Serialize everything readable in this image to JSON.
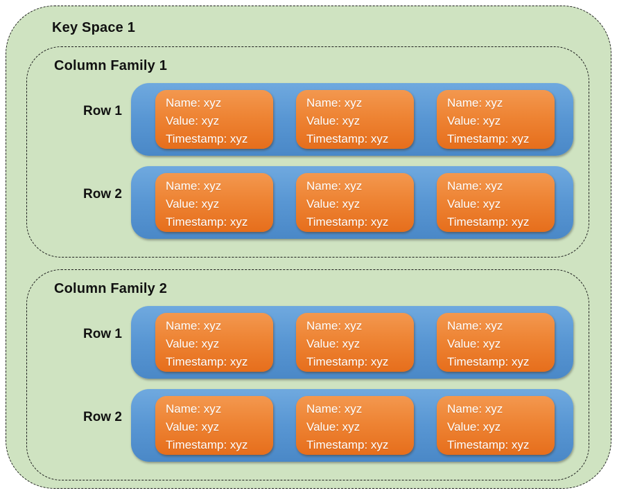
{
  "keyspace": {
    "label": "Key Space 1",
    "column_families": [
      {
        "label": "Column Family 1",
        "rows": [
          {
            "label": "Row 1",
            "cells": [
              [
                "Name: xyz",
                "Value: xyz",
                "Timestamp: xyz"
              ],
              [
                "Name: xyz",
                "Value: xyz",
                "Timestamp: xyz"
              ],
              [
                "Name: xyz",
                "Value: xyz",
                "Timestamp: xyz"
              ]
            ]
          },
          {
            "label": "Row 2",
            "cells": [
              [
                "Name: xyz",
                "Value: xyz",
                "Timestamp: xyz"
              ],
              [
                "Name: xyz",
                "Value: xyz",
                "Timestamp: xyz"
              ],
              [
                "Name: xyz",
                "Value: xyz",
                "Timestamp: xyz"
              ]
            ]
          }
        ]
      },
      {
        "label": "Column Family 2",
        "rows": [
          {
            "label": "Row 1",
            "cells": [
              [
                "Name: xyz",
                "Value: xyz",
                "Timestamp: xyz"
              ],
              [
                "Name: xyz",
                "Value: xyz",
                "Timestamp: xyz"
              ],
              [
                "Name: xyz",
                "Value: xyz",
                "Timestamp: xyz"
              ]
            ]
          },
          {
            "label": "Row 2",
            "cells": [
              [
                "Name: xyz",
                "Value: xyz",
                "Timestamp: xyz"
              ],
              [
                "Name: xyz",
                "Value: xyz",
                "Timestamp: xyz"
              ],
              [
                "Name: xyz",
                "Value: xyz",
                "Timestamp: xyz"
              ]
            ]
          }
        ]
      }
    ]
  },
  "colors": {
    "canvas_bg": "#ffffff",
    "keyspace_fill": "#cfe3c1",
    "dashed_border": "#1c1c1c",
    "row_blue_top": "#6fa9df",
    "row_blue_bottom": "#4a88c7",
    "cell_orange_top": "#f3984f",
    "cell_orange_bottom": "#e66e1c",
    "heading_text": "#111111",
    "cell_text": "#ffffff"
  }
}
